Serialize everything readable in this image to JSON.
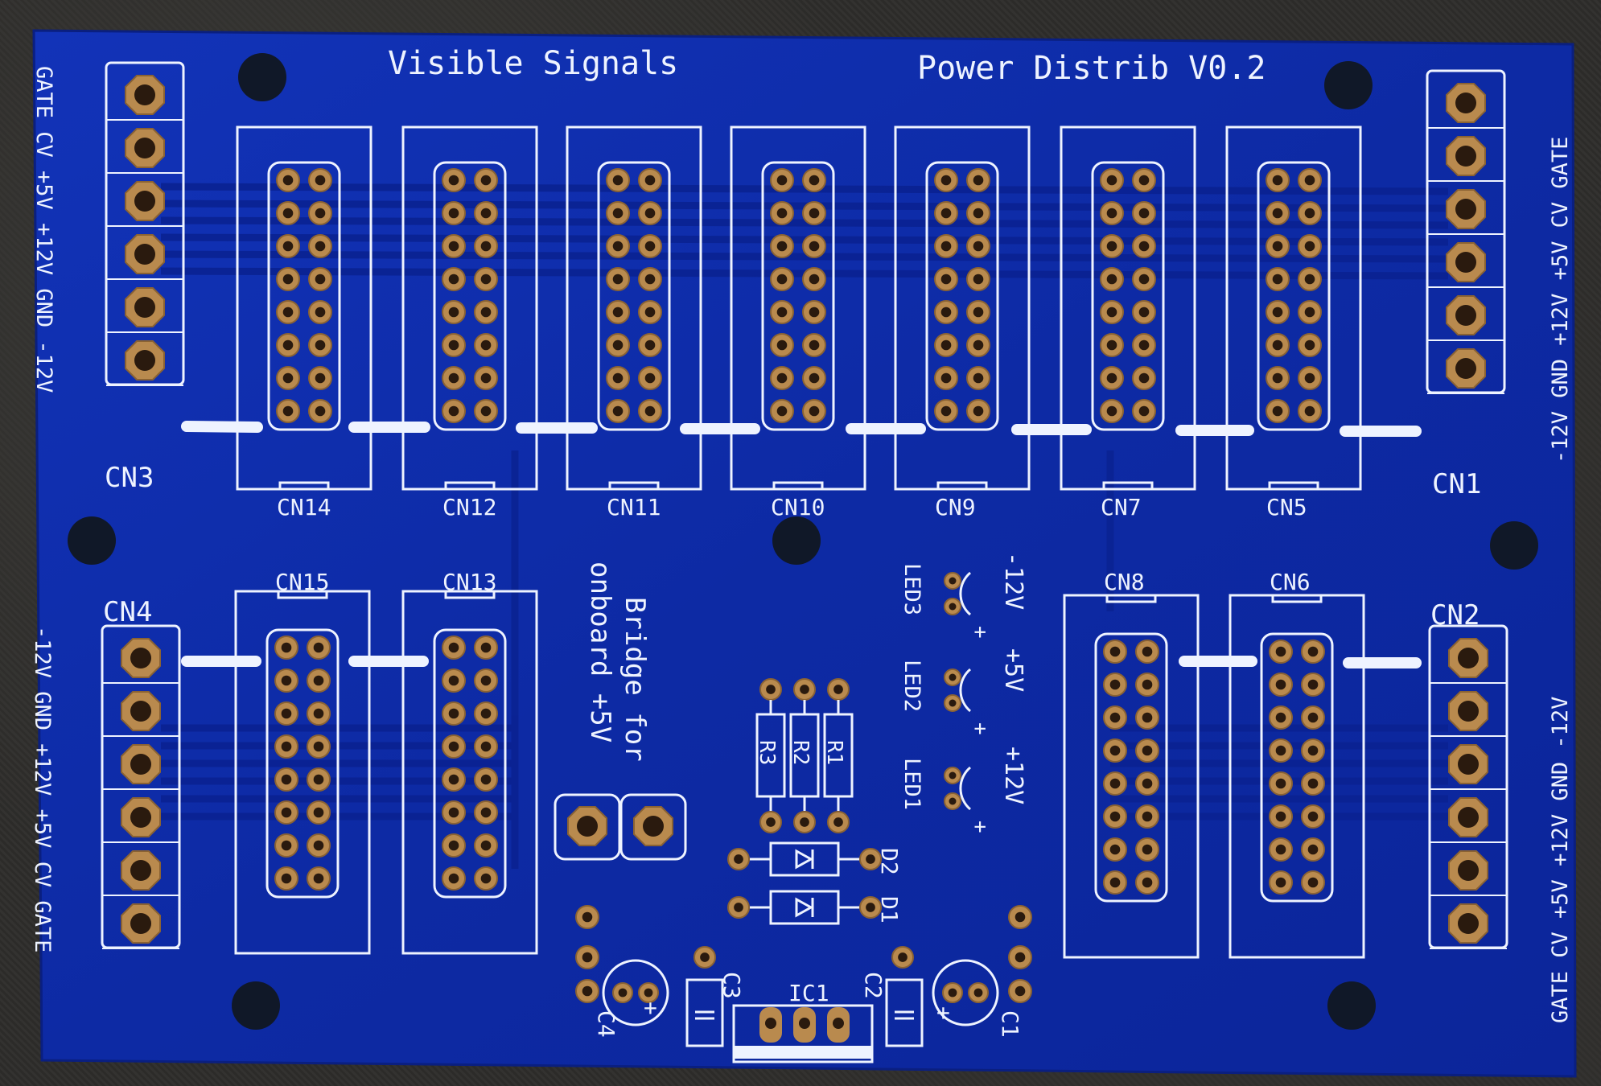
{
  "board": {
    "title_left": "Visible Signals",
    "title_right": "Power Distrib V0.2",
    "bridge_note_line1": "Bridge for",
    "bridge_note_line2": "onboard +5V",
    "colors": {
      "solder_mask": "#0f2fb0",
      "silkscreen": "#eef3ff",
      "copper_pad": "#b98a4e",
      "background": "#2a2a28"
    }
  },
  "terminals": {
    "CN3": {
      "label": "CN3",
      "pins": "GATE CV +5V +12V GND -12V"
    },
    "CN1": {
      "label": "CN1",
      "pins": "-12V GND +12V +5V CV GATE"
    },
    "CN4": {
      "label": "CN4",
      "pins": "-12V GND +12V +5V CV GATE"
    },
    "CN2": {
      "label": "CN2",
      "pins": "GATE CV +5V +12V GND -12V"
    }
  },
  "headers_top": [
    "CN14",
    "CN12",
    "CN11",
    "CN10",
    "CN9",
    "CN7",
    "CN5"
  ],
  "headers_bottom": [
    "CN15",
    "CN13",
    "CN8",
    "CN6"
  ],
  "leds": [
    {
      "ref": "LED3",
      "rail": "-12V",
      "polarity": "+"
    },
    {
      "ref": "LED2",
      "rail": "+5V",
      "polarity": "+"
    },
    {
      "ref": "LED1",
      "rail": "+12V",
      "polarity": "+"
    }
  ],
  "resistors": [
    "R3",
    "R2",
    "R1"
  ],
  "diodes": [
    "D2",
    "D1"
  ],
  "capacitors": {
    "c1": "C1",
    "c2": "C2",
    "c3": "C3",
    "c4": "C4",
    "plus": "+"
  },
  "regulator": "IC1"
}
